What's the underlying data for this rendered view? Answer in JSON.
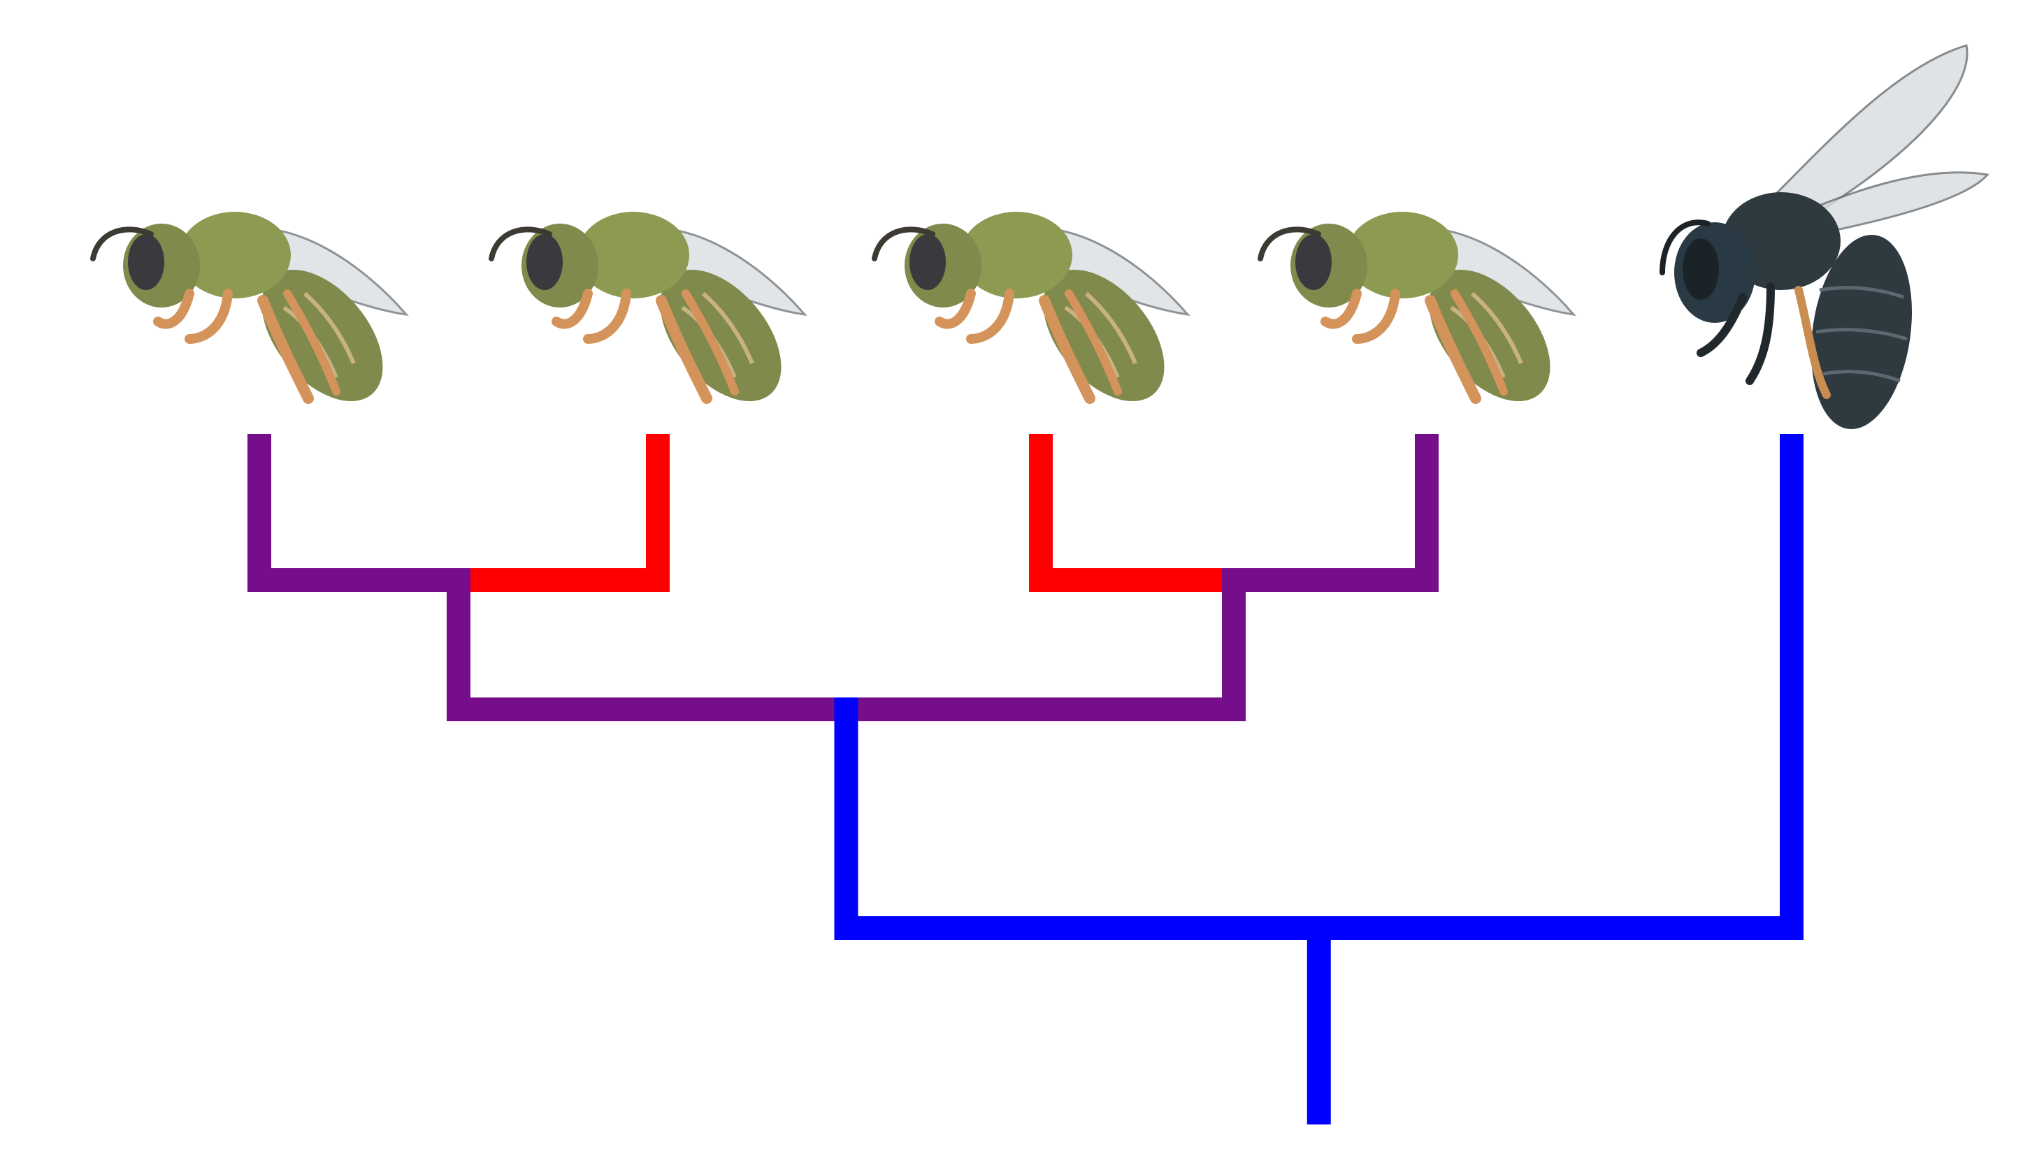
{
  "diagram": {
    "type": "phylogenetic-tree",
    "colors": {
      "background": "#ffffff",
      "purple": "#760e8c",
      "red": "#ff0000",
      "blue": "#0000ff",
      "green_bee_body": "#7f8a4c",
      "green_bee_thorax": "#8c9a52",
      "green_bee_legs": "#d4935a",
      "dark_bee_body": "#2e3940",
      "dark_bee_head": "#2a3a44",
      "bee_eye": "#3a3a3e",
      "wing": "#d9dde0"
    },
    "taxa": [
      {
        "id": "taxon-1",
        "icon": "green-bee-icon",
        "branch_color": "purple"
      },
      {
        "id": "taxon-2",
        "icon": "green-bee-icon",
        "branch_color": "red"
      },
      {
        "id": "taxon-3",
        "icon": "green-bee-icon",
        "branch_color": "red"
      },
      {
        "id": "taxon-4",
        "icon": "green-bee-icon",
        "branch_color": "purple"
      },
      {
        "id": "taxon-5",
        "icon": "dark-blue-bee-icon",
        "branch_color": "blue"
      }
    ],
    "clades": [
      {
        "id": "clade-left-pair",
        "children": [
          "taxon-1",
          "taxon-2"
        ],
        "child_colors": [
          "purple",
          "red"
        ],
        "stem_color": "purple"
      },
      {
        "id": "clade-right-pair",
        "children": [
          "taxon-3",
          "taxon-4"
        ],
        "child_colors": [
          "red",
          "purple"
        ],
        "stem_color": "purple"
      },
      {
        "id": "clade-green-group",
        "children": [
          "clade-left-pair",
          "clade-right-pair"
        ],
        "child_colors": [
          "purple",
          "purple"
        ],
        "stem_color": "blue"
      },
      {
        "id": "clade-root",
        "children": [
          "clade-green-group",
          "taxon-5"
        ],
        "child_colors": [
          "blue",
          "blue"
        ],
        "stem_color": "blue"
      }
    ]
  }
}
